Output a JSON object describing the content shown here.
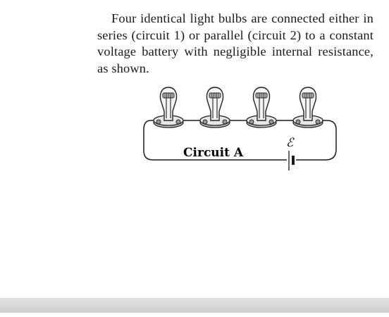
{
  "problem": {
    "text": "Four identical light bulbs are connected either in series (circuit 1) or parallel (circuit 2) to a constant voltage battery with negligible internal resistance, as shown."
  },
  "figure": {
    "circuit_label": "Circuit A",
    "emf_symbol": "ℰ",
    "bulb_count": 4
  }
}
